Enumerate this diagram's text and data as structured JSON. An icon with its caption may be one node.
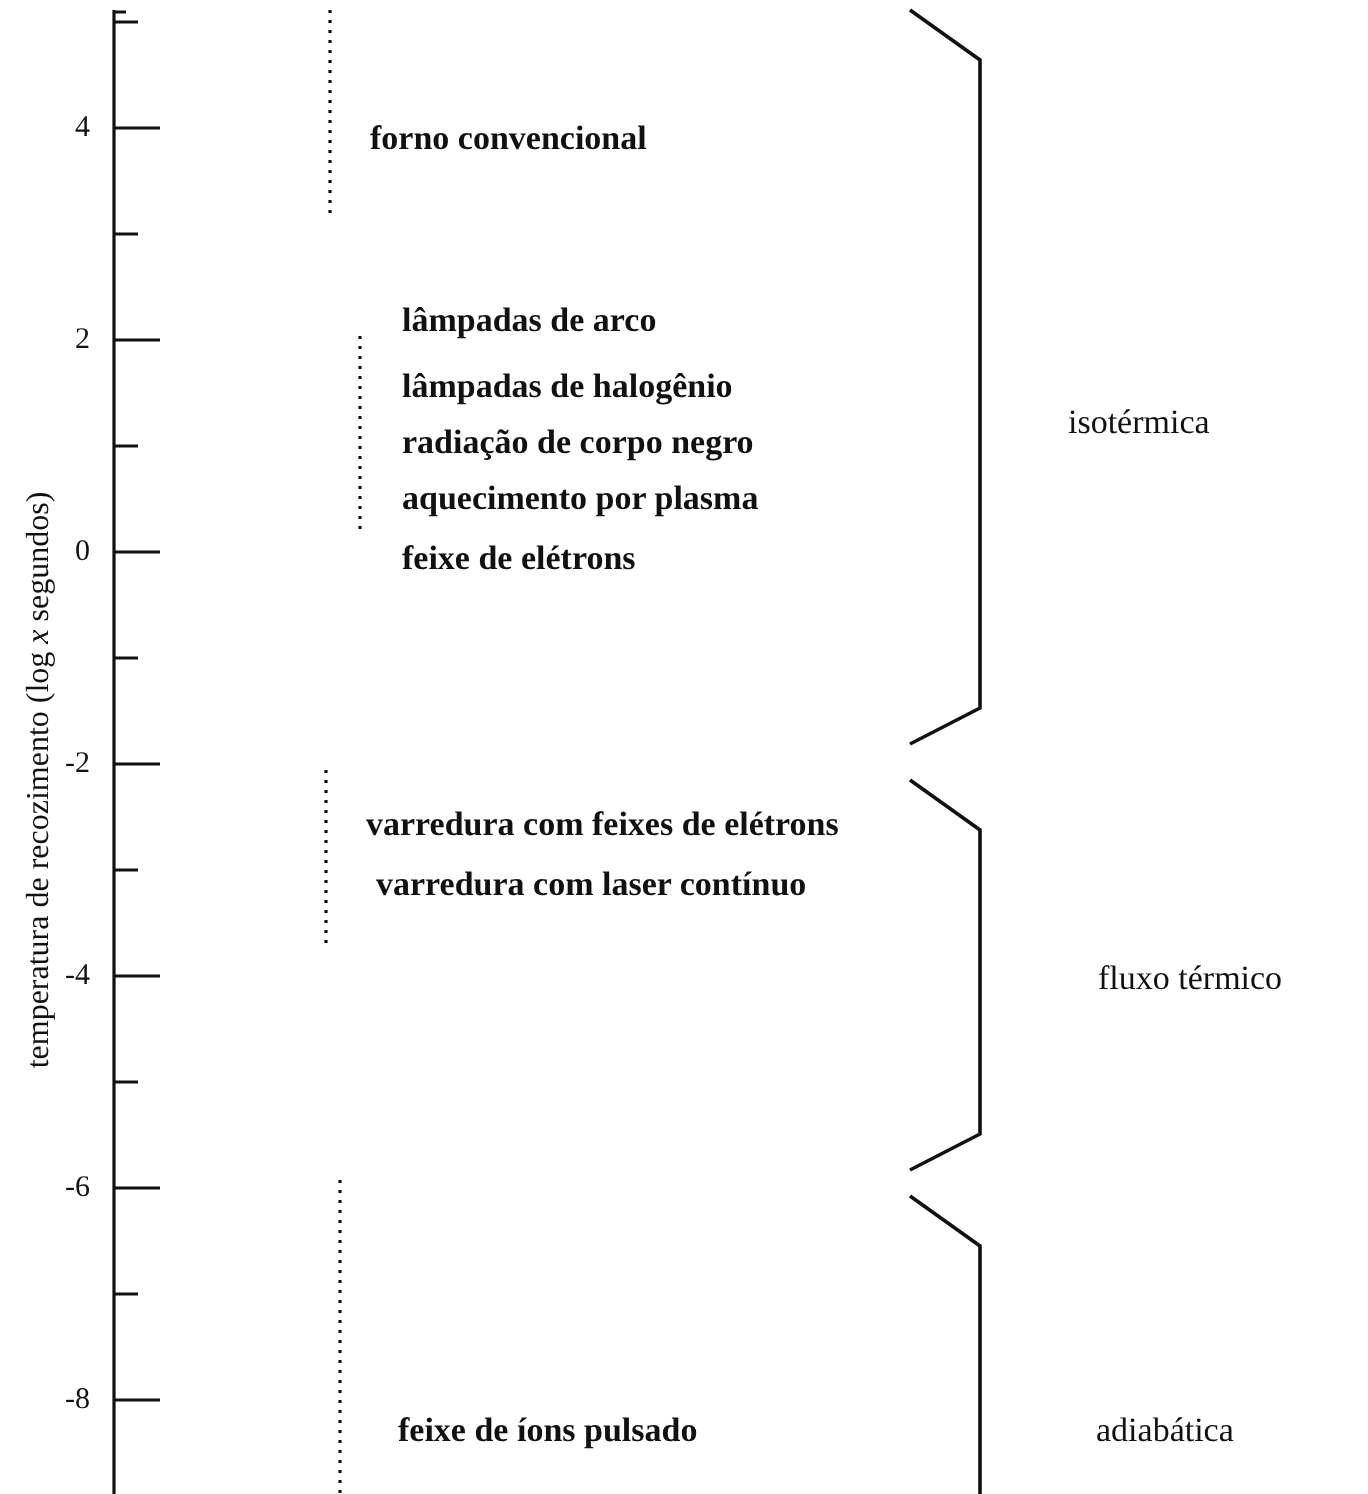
{
  "diagram": {
    "labels": [
      "temperatura de recozimento (log *x* segundos)",
      "4",
      "forno convencional",
      "2",
      "lâmpadas de arco",
      "lâmpadas de halogênio",
      "isotérmica",
      "radiação de corpo negro",
      "aquecimento por plasma",
      "0",
      "feixe de elétrons",
      "-2",
      "varredura com feixes de elétrons",
      "varredura com laser contínuo",
      "-4",
      "fluxo térmico",
      "-6",
      "-8",
      "feixe de íons pulsado",
      "adiabática"
    ]
  }
}
